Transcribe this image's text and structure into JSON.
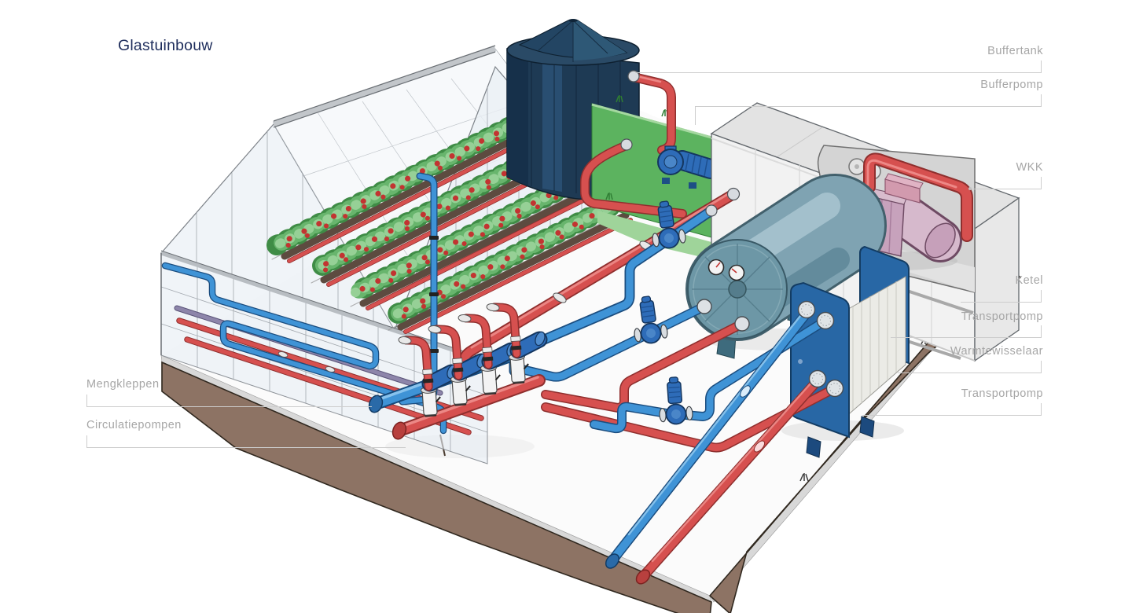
{
  "title": "Glastuinbouw",
  "labels": {
    "buffertank": "Buffertank",
    "bufferpomp": "Bufferpomp",
    "wkk": "WKK",
    "ketel": "Ketel",
    "transportpomp_1": "Transportpomp",
    "warmtewisselaar": "Warmtewisselaar",
    "transportpomp_2": "Transportpomp",
    "mengkleppen": "Mengkleppen",
    "circulatiepompen": "Circulatiepompen"
  },
  "colors": {
    "title_text": "#1d2c5b",
    "label_text": "#a6a6a6",
    "leader_line": "#cdcdcd",
    "pipe_hot": "#d6504f",
    "pipe_cold": "#3f93d6",
    "pump_blue": "#2e6cb8",
    "buffer_tank": "#1e3a54",
    "grass": "#5cb35f",
    "soil": "#8d7364",
    "boiler_body": "#7fa3b2",
    "wkk_engine": "#c7a2bc",
    "exchanger_frame": "#2867a5",
    "glass": "#e7edf3"
  }
}
